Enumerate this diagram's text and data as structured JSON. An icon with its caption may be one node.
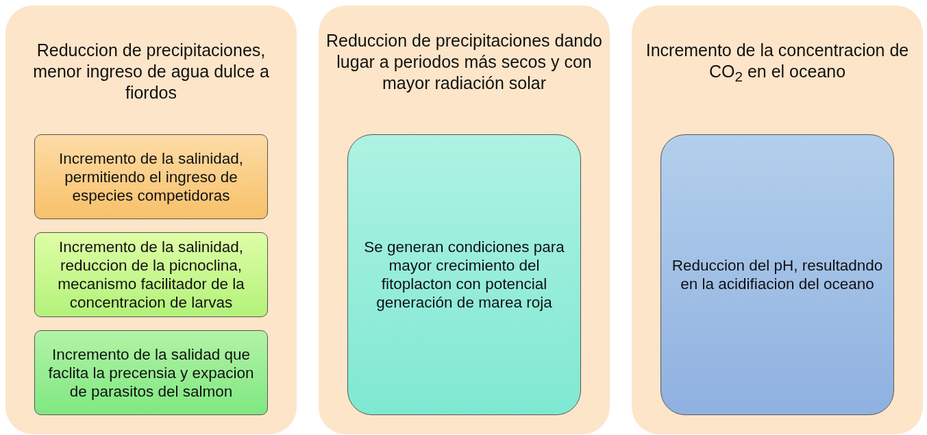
{
  "diagram": {
    "nodes": [
      {
        "text": [
          "Reduccion de precipitaciones, menor ingreso de agua dulce a fiordos"
        ]
      },
      {
        "text": [
          "Incremento de la salinidad, permitiendo el ingreso de especies competidoras"
        ],
        "in": 0
      },
      {
        "text": [
          "Incremento de la salinidad, reduccion de la picnoclina, mecanismo facilitador de la concentracion de larvas"
        ],
        "in": 0
      },
      {
        "text": [
          "Incremento de la salidad que faclita la precensia y expacion de parasitos del salmon"
        ],
        "in": 0
      },
      {
        "text": [
          "Reduccion de precipitaciones dando lugar a periodos más secos y con mayor radiación solar"
        ]
      },
      {
        "text": [
          "Se generan condiciones para mayor crecimiento del fitoplacton con potencial generación de marea roja"
        ],
        "in": 4
      },
      {
        "text": [
          "Incremento de la concentracion de CO$_{2}$ en el oceano"
        ]
      },
      {
        "text": [
          "Reduccion del pH, resultadndo en la acidifiacion del oceano"
        ],
        "in": 6
      }
    ]
  }
}
